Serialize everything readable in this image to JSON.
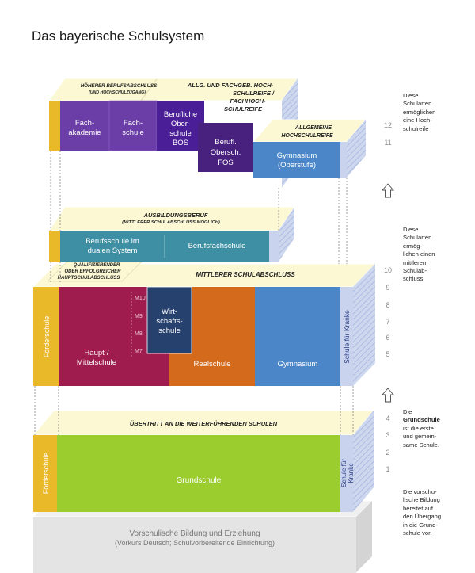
{
  "title": "Das bayerische Schulsystem",
  "colors": {
    "yellow": "#e9b92a",
    "fachakademie": "#6b3da6",
    "bos": "#4a1e96",
    "fos": "#48207e",
    "gymnasium": "#4b86c8",
    "berufsschule": "#3e8fa4",
    "hauptschule": "#9e1d4e",
    "wirtschaftsschule": "#27416e",
    "realschule": "#d46a1c",
    "grundschule": "#9ccd2e",
    "kranke": "#c9d3ee",
    "lighttop": "#fbf8d3",
    "gray": "#e6e6e6"
  },
  "upper": {
    "caption_left_1": "HÖHERER BERUFSABSCHLUSS",
    "caption_left_2": "(UND HOCHSCHULZUGANG)",
    "caption_right_1": "ALLG. UND FACHGEB. HOCH-",
    "caption_right_2": "SCHULREIFE /",
    "caption_right_3": "FACHHOCH-",
    "caption_right_4": "SCHULREIFE",
    "fachakademie_1": "Fach-",
    "fachakademie_2": "akademie",
    "fachschule_1": "Fach-",
    "fachschule_2": "schule",
    "bos_1": "Berufliche",
    "bos_2": "Ober-",
    "bos_3": "schule",
    "bos_4": "BOS",
    "fos_1": "Berufl.",
    "fos_2": "Obersch.",
    "fos_3": "FOS",
    "allg_caption_1": "ALLGEMEINE",
    "allg_caption_2": "HOCHSCHULREIFE",
    "gym_1": "Gymnasium",
    "gym_2": "(Oberstufe)"
  },
  "middle": {
    "caption_1": "AUSBILDUNGSBERUF",
    "caption_2": "(MITTLERER SCHULABSCHLUSS MÖGLICH)",
    "berufsschule_1": "Berufsschule im",
    "berufsschule_2": "dualen System",
    "berufsfachschule": "Berufsfachschule"
  },
  "secondary": {
    "quali_1": "QUALIFIZIERENDER",
    "quali_2": "ODER ERFOLGREICHER",
    "quali_3": "HAUPTSCHULABSCHLUSS",
    "mittlerer": "MITTLERER SCHULABSCHLUSS",
    "foerderschule": "Förderschule",
    "hauptschule_1": "Haupt-/",
    "hauptschule_2": "Mittelschule",
    "m_labels": [
      "M10",
      "M9",
      "M8",
      "M7"
    ],
    "wirtschaft_1": "Wirt-",
    "wirtschaft_2": "schafts-",
    "wirtschaft_3": "schule",
    "realschule": "Realschule",
    "gymnasium": "Gymnasium",
    "kranke": "Schule für Kranke"
  },
  "primary": {
    "caption": "ÜBERTRITT AN DIE WEITERFÜHRENDEN SCHULEN",
    "foerderschule": "Förderschule",
    "grundschule": "Grundschule",
    "kranke_1": "Schule für",
    "kranke_2": "Kranke"
  },
  "pre": {
    "line_1": "Vorschulische Bildung und Erziehung",
    "line_2": "(Vorkurs Deutsch; Schulvorbereitende Einrichtung)"
  },
  "grades": [
    "12",
    "11",
    "10",
    "9",
    "8",
    "7",
    "6",
    "5",
    "4",
    "3",
    "2",
    "1"
  ],
  "side": {
    "upper": [
      "Diese",
      "Schularten",
      "ermöglichen",
      "eine Hoch-",
      "schulreife"
    ],
    "middle": [
      "Diese",
      "Schularten",
      "ermög-",
      "lichen einen",
      "mittleren",
      "Schulab-",
      "schluss"
    ],
    "primary_1": "Die",
    "primary_bold": "Grundschule",
    "primary_rest": [
      "ist die erste",
      "und gemein-",
      "same Schule."
    ],
    "pre": [
      "Die vorschu-",
      "lische Bildung",
      "bereitet auf",
      "den Übergang",
      "in die Grund-",
      "schule vor."
    ]
  }
}
